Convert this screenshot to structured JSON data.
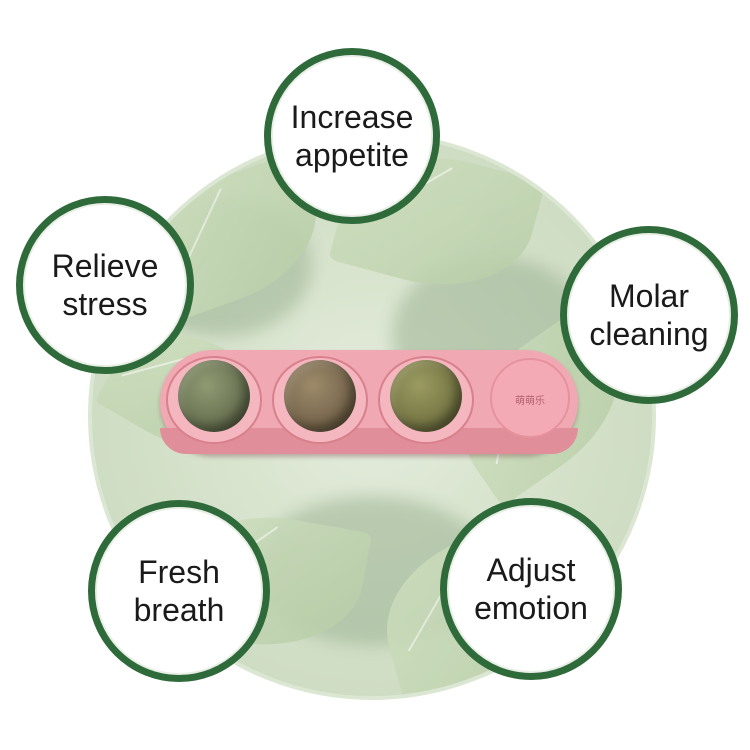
{
  "labels": {
    "top": "Increase\nappetite",
    "left": "Relieve\nstress",
    "right": "Molar\ncleaning",
    "bottom_left": "Fresh\nbreath",
    "bottom_right": "Adjust\nemotion"
  },
  "product": {
    "cap_text": "萌萌乐"
  },
  "colors": {
    "bubble_border": "#2f6b3a",
    "holder": "#f0a8b2",
    "background": "#ffffff"
  }
}
